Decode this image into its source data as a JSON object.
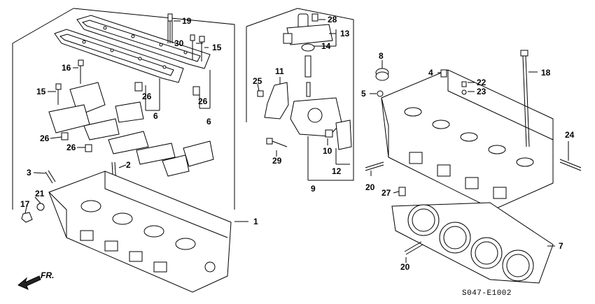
{
  "diagram": {
    "code": "S047-E1002",
    "direction_label": "FR.",
    "callouts": [
      {
        "id": "c1",
        "text": "1"
      },
      {
        "id": "c2",
        "text": "2"
      },
      {
        "id": "c3",
        "text": "3"
      },
      {
        "id": "c4",
        "text": "4"
      },
      {
        "id": "c5",
        "text": "5"
      },
      {
        "id": "c6a",
        "text": "6"
      },
      {
        "id": "c6b",
        "text": "6"
      },
      {
        "id": "c7",
        "text": "7"
      },
      {
        "id": "c8",
        "text": "8"
      },
      {
        "id": "c9",
        "text": "9"
      },
      {
        "id": "c10",
        "text": "10"
      },
      {
        "id": "c11",
        "text": "11"
      },
      {
        "id": "c12",
        "text": "12"
      },
      {
        "id": "c13",
        "text": "13"
      },
      {
        "id": "c14",
        "text": "14"
      },
      {
        "id": "c15a",
        "text": "15"
      },
      {
        "id": "c15b",
        "text": "15"
      },
      {
        "id": "c16",
        "text": "16"
      },
      {
        "id": "c17",
        "text": "17"
      },
      {
        "id": "c18",
        "text": "18"
      },
      {
        "id": "c19",
        "text": "19"
      },
      {
        "id": "c20a",
        "text": "20"
      },
      {
        "id": "c20b",
        "text": "20"
      },
      {
        "id": "c21",
        "text": "21"
      },
      {
        "id": "c22",
        "text": "22"
      },
      {
        "id": "c23",
        "text": "23"
      },
      {
        "id": "c24",
        "text": "24"
      },
      {
        "id": "c25",
        "text": "25"
      },
      {
        "id": "c26a",
        "text": "26"
      },
      {
        "id": "c26b",
        "text": "26"
      },
      {
        "id": "c26c",
        "text": "26"
      },
      {
        "id": "c26d",
        "text": "26"
      },
      {
        "id": "c27",
        "text": "27"
      },
      {
        "id": "c28",
        "text": "28"
      },
      {
        "id": "c29",
        "text": "29"
      },
      {
        "id": "c30",
        "text": "30"
      }
    ]
  }
}
